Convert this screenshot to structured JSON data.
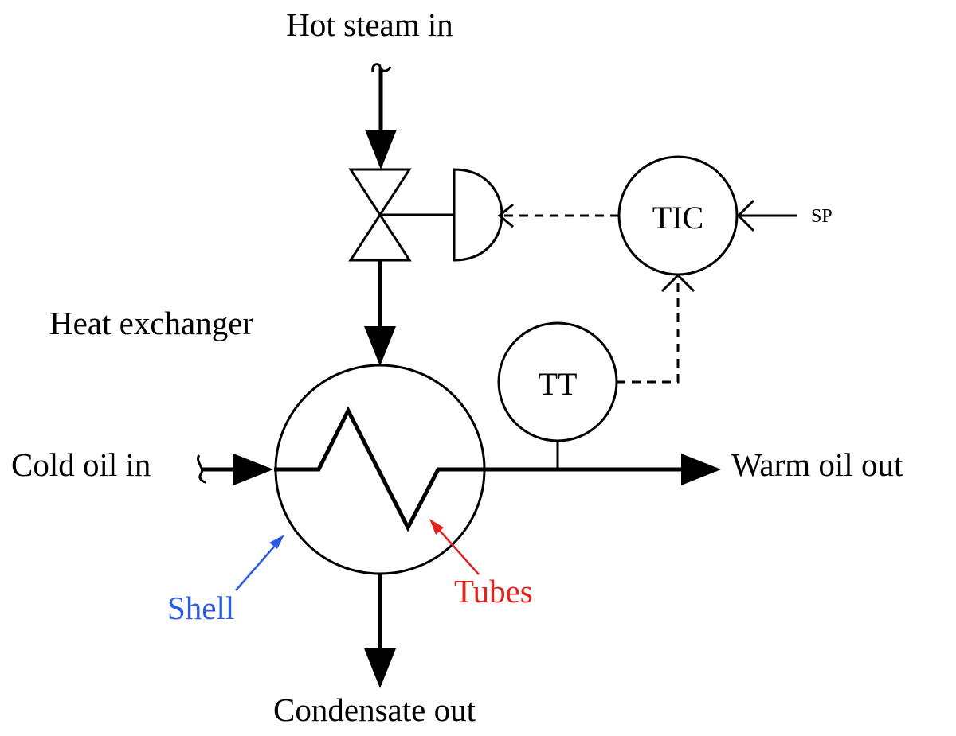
{
  "labels": {
    "hot_steam_in": "Hot steam in",
    "heat_exchanger": "Heat exchanger",
    "cold_oil_in": "Cold oil in",
    "warm_oil_out": "Warm oil out",
    "condensate_out": "Condensate out",
    "shell": "Shell",
    "tubes": "Tubes",
    "setpoint": "SP"
  },
  "instruments": {
    "controller": "TIC",
    "transmitter": "TT"
  },
  "colors": {
    "line": "#000000",
    "shell_label": "#2b5be0",
    "tubes_label": "#e0231c",
    "background": "#ffffff"
  }
}
